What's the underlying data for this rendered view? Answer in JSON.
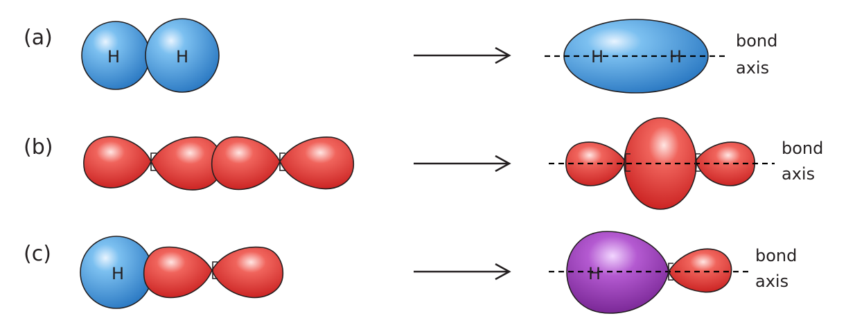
{
  "rows": [
    {
      "label": "(a)",
      "left": {
        "atoms": [
          "H",
          "H"
        ]
      },
      "right": {
        "atoms": [
          "H",
          "H"
        ],
        "axis_line1": "bond",
        "axis_line2": "axis"
      }
    },
    {
      "label": "(b)",
      "right": {
        "axis_line1": "bond",
        "axis_line2": "axis"
      }
    },
    {
      "label": "(c)",
      "left": {
        "atoms": [
          "H"
        ]
      },
      "right": {
        "atoms": [
          "H"
        ],
        "axis_line1": "bond",
        "axis_line2": "axis"
      }
    }
  ],
  "colors": {
    "s_orbital": "#3d8fd6",
    "p_orbital": "#e0312e",
    "hybrid_orbital": "#8a2aa3",
    "outline": "#231f20"
  }
}
